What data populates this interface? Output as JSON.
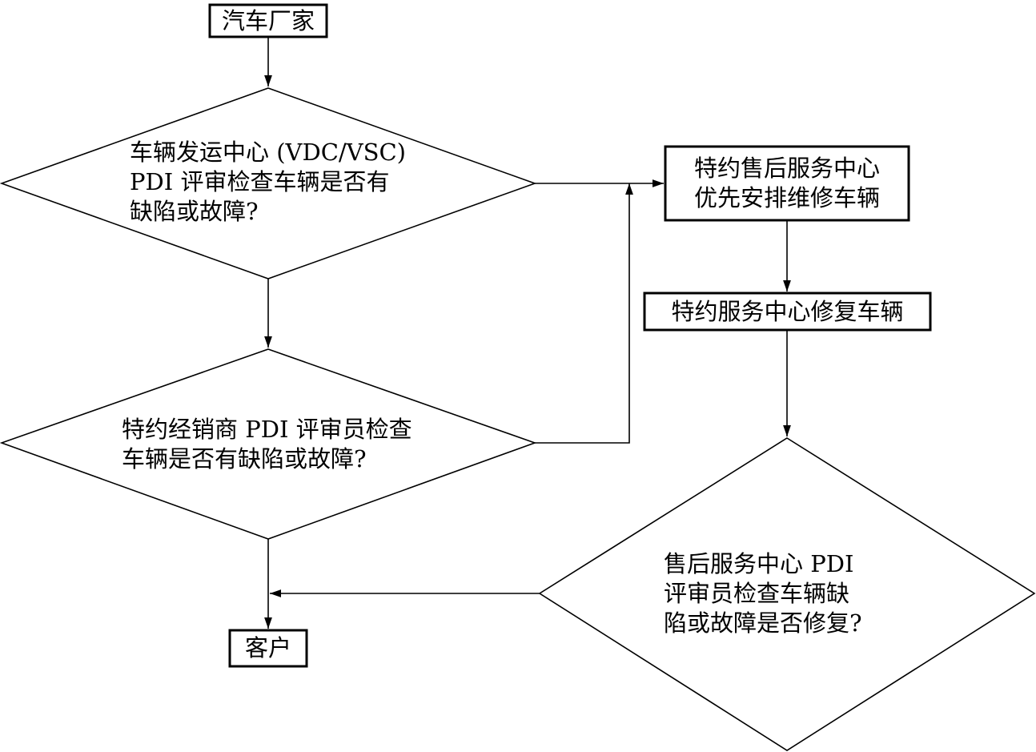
{
  "nodes": {
    "manufacturer": {
      "lines": [
        "汽车厂家"
      ]
    },
    "vdc_check": {
      "lines": [
        "车辆发运中心 (VDC/VSC)",
        "PDI 评审检查车辆是否有",
        "缺陷或故障?"
      ]
    },
    "dealer_check": {
      "lines": [
        "特约经销商 PDI 评审员检查",
        "车辆是否有缺陷或故障?"
      ]
    },
    "service_priority": {
      "lines": [
        "特约售后服务中心",
        "优先安排维修车辆"
      ]
    },
    "service_repair": {
      "lines": [
        "特约服务中心修复车辆"
      ]
    },
    "repair_check": {
      "lines": [
        "售后服务中心 PDI",
        "评审员检查车辆缺",
        "陷或故障是否修复?"
      ]
    },
    "customer": {
      "lines": [
        "客户"
      ]
    }
  }
}
